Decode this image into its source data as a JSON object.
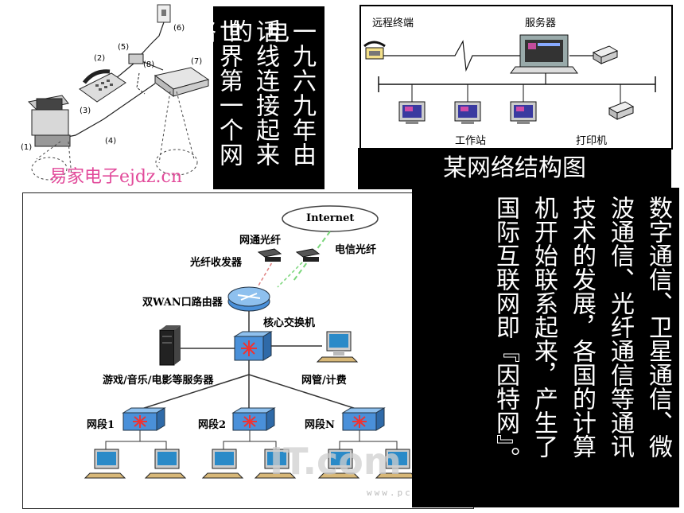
{
  "top_left_diagram": {
    "labels": [
      "(1)",
      "(2)",
      "(3)",
      "(4)",
      "(5)",
      "(6)",
      "(7)",
      "(8)"
    ],
    "watermark": "易家电子ejdz.cn"
  },
  "top_left_text": {
    "columns": [
      "一九六九年由电",
      "话线连接起来的",
      "世界第一个网络"
    ]
  },
  "network_diagram": {
    "remote_terminal": "远程终端",
    "server": "服务器",
    "workstation": "工作站",
    "printer": "打印机",
    "caption": "某网络结构图"
  },
  "internet_diagram": {
    "internet": "Internet",
    "cnc_fiber": "网通光纤",
    "telecom_fiber": "电信光纤",
    "transceiver": "光纤收发器",
    "router": "双WAN口路由器",
    "core_switch": "核心交换机",
    "servers": "游戏/音乐/电影等服务器",
    "management": "网管/计费",
    "segment1": "网段1",
    "segment2": "网段2",
    "segmentN": "网段N",
    "watermark": "IT.com",
    "watermark_url": "www.pc"
  },
  "bottom_right_text": {
    "columns": [
      "数字通信、卫星通信、微",
      "波通信、光纤通信等通讯",
      "技术的发展，各国的计算",
      "机开始联系起来，产生了",
      "国际互联网即『因特网』。"
    ]
  },
  "colors": {
    "background": "#ffffff",
    "text_panel": "#000000",
    "watermark_pink": "#e24a9a",
    "fiber_green": "#7ad67a",
    "fiber_red": "#e08080",
    "node_blue": "#4a90d9"
  }
}
